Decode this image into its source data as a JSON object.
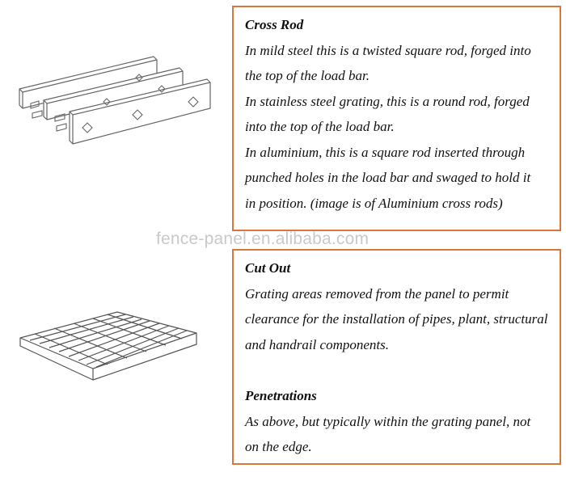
{
  "cross_rod": {
    "title": "Cross Rod",
    "lines": [
      "In mild steel this is a twisted square rod, forged into",
      "the top of the load bar.",
      "In stainless steel grating, this is a round rod, forged",
      "into the top of the load bar.",
      "In aluminium, this is a square rod inserted through",
      "punched holes in the load bar and swaged to hold it",
      "in position. (image is of Aluminium cross rods)"
    ]
  },
  "cut_out": {
    "title": "Cut Out",
    "lines": [
      "Grating areas removed from the panel to permit",
      "clearance for the installation of pipes, plant, structural",
      "and handrail components."
    ]
  },
  "penetrations": {
    "title": "Penetrations",
    "lines": [
      "As above, but typically within the grating panel, not",
      "on the edge."
    ]
  },
  "watermark": "fence-panel.en.alibaba.com",
  "colors": {
    "border": "#d9773a",
    "text": "#111111",
    "watermark": "#c9c9c9"
  }
}
